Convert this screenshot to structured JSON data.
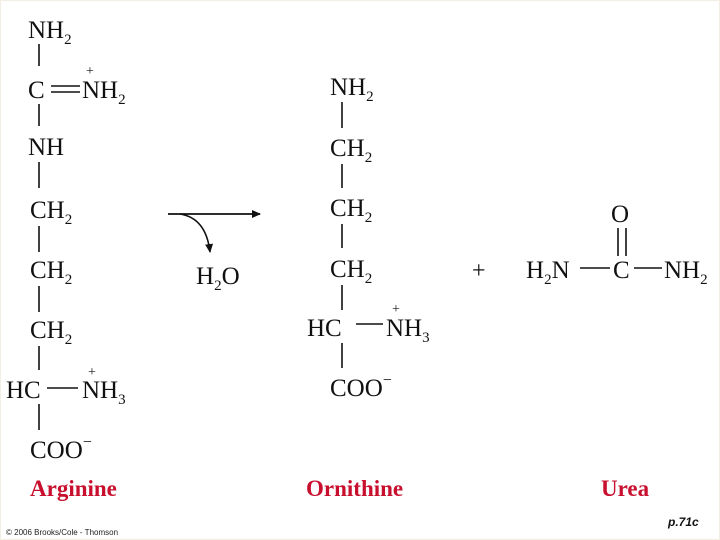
{
  "arginine": {
    "nh2_top": "NH",
    "nh2_top_sub": "2",
    "c": "C",
    "nh2_plus": "NH",
    "nh2_plus_sub": "2",
    "nh2_plus_charge": "+",
    "nh": "NH",
    "ch2_1": "CH",
    "ch2_1_sub": "2",
    "ch2_2": "CH",
    "ch2_2_sub": "2",
    "ch2_3": "CH",
    "ch2_3_sub": "2",
    "hc": "HC",
    "nh3": "NH",
    "nh3_sub": "3",
    "nh3_charge": "+",
    "coo": "COO",
    "coo_charge": "−",
    "name": "Arginine"
  },
  "reaction": {
    "water": "H",
    "water_sub": "2",
    "water_o": "O",
    "plus": "+"
  },
  "ornithine": {
    "nh2": "NH",
    "nh2_sub": "2",
    "ch2_1": "CH",
    "ch2_1_sub": "2",
    "ch2_2": "CH",
    "ch2_2_sub": "2",
    "ch2_3": "CH",
    "ch2_3_sub": "2",
    "hc": "HC",
    "nh3": "NH",
    "nh3_sub": "3",
    "nh3_charge": "+",
    "coo": "COO",
    "coo_charge": "−",
    "name": "Ornithine"
  },
  "urea": {
    "o": "O",
    "h2n": "H",
    "h2n_sub": "2",
    "h2n_n": "N",
    "c": "C",
    "nh2": "NH",
    "nh2_sub": "2",
    "name": "Urea"
  },
  "footer": {
    "copyright": "© 2006 Brooks/Cole - Thomson",
    "page_ref": "p.71c"
  }
}
